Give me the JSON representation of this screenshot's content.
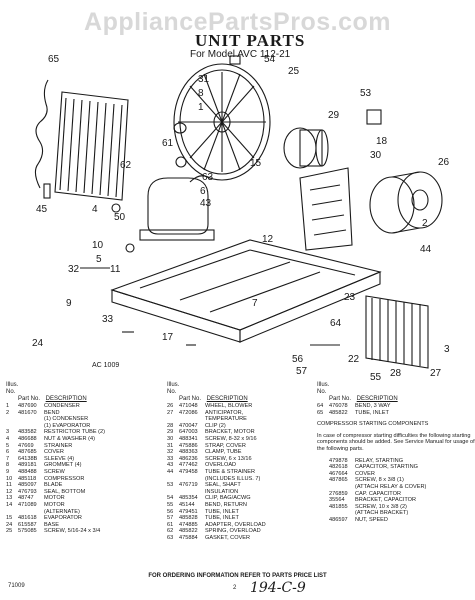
{
  "header": {
    "watermark": "AppliancePartsPros.com",
    "title": "UNIT PARTS",
    "model": "For Model AVC 112-21"
  },
  "diagram": {
    "drawing_id": "AC 1009",
    "callouts": [
      "65",
      "31",
      "54",
      "25",
      "8",
      "53",
      "1",
      "29",
      "26",
      "61",
      "18",
      "30",
      "62",
      "63",
      "15",
      "6",
      "43",
      "45",
      "4",
      "2",
      "50",
      "44",
      "10",
      "5",
      "12",
      "32",
      "11",
      "33",
      "17",
      "23",
      "64",
      "55",
      "56",
      "57",
      "22",
      "28",
      "3",
      "27",
      "7",
      "9",
      "24"
    ]
  },
  "parts_list": {
    "columns": [
      {
        "header": [
          "Illus. No.",
          "Part No.",
          "DESCRIPTION"
        ],
        "rows": [
          [
            "1",
            "487690",
            "CONDENSER"
          ],
          [
            "2",
            "481670",
            "BEND"
          ],
          [
            "",
            "",
            "(1) CONDENSER"
          ],
          [
            "",
            "",
            "(1) EVAPORATOR"
          ],
          [
            "3",
            "483582",
            "RESTRICTOR TUBE (2)"
          ],
          [
            "4",
            "486688",
            "NUT & WASHER (4)"
          ],
          [
            "5",
            "47669",
            "STRAINER"
          ],
          [
            "6",
            "487685",
            "COVER"
          ],
          [
            "7",
            "64138B",
            "SLEEVE (4)"
          ],
          [
            "8",
            "489181",
            "GROMMET (4)"
          ],
          [
            "9",
            "488488",
            "SCREW"
          ],
          [
            "10",
            "485118",
            "COMPRESSOR"
          ],
          [
            "11",
            "485097",
            "BLADE"
          ],
          [
            "12",
            "476793",
            "SEAL, BOTTOM"
          ],
          [
            "13",
            "48747",
            "MOTOR"
          ],
          [
            "14",
            "471089",
            "MOTOR"
          ],
          [
            "",
            "",
            "(ALTERNATE)"
          ],
          [
            "15",
            "481618",
            "EVAPORATOR"
          ],
          [
            "24",
            "615587",
            "BASE"
          ],
          [
            "25",
            "575085",
            "SCREW, 5/16-24 x 3/4"
          ]
        ]
      },
      {
        "header": [
          "Illus. No.",
          "Part No.",
          "DESCRIPTION"
        ],
        "rows": [
          [
            "26",
            "471048",
            "WHEEL, BLOWER"
          ],
          [
            "27",
            "472086",
            "ANTICIPATOR,"
          ],
          [
            "",
            "",
            "TEMPERATURE"
          ],
          [
            "28",
            "470047",
            "CLIP (2)"
          ],
          [
            "29",
            "647003",
            "BRACKET, MOTOR"
          ],
          [
            "30",
            "488341",
            "SCREW, 8-32 x 9/16"
          ],
          [
            "31",
            "475886",
            "STRAP, COVER"
          ],
          [
            "32",
            "488363",
            "CLAMP, TUBE"
          ],
          [
            "33",
            "486236",
            "SCREW, 6 x 13/16"
          ],
          [
            "43",
            "477462",
            "OVERLOAD"
          ],
          [
            "44",
            "479458",
            "TUBE & STRAINER"
          ],
          [
            "",
            "",
            "(INCLUDES ILLUS. 7)"
          ],
          [
            "53",
            "476719",
            "SEAL, SHAFT"
          ],
          [
            "",
            "",
            "INSULATION"
          ],
          [
            "54",
            "485354",
            "CLIP, BAG/ACWG"
          ],
          [
            "55",
            "45144",
            "BEND, RETURN"
          ],
          [
            "56",
            "479451",
            "TUBE, INLET"
          ],
          [
            "57",
            "485828",
            "TUBE, INLET"
          ],
          [
            "61",
            "474885",
            "ADAPTER, OVERLOAD"
          ],
          [
            "62",
            "485822",
            "SPRING, OVERLOAD"
          ],
          [
            "63",
            "475884",
            "GASKET, COVER"
          ]
        ]
      },
      {
        "header": [
          "Illus. No.",
          "Part No.",
          "DESCRIPTION"
        ],
        "rows": [
          [
            "64",
            "476078",
            "BEND, 3 WAY"
          ],
          [
            "65",
            "485822",
            "TUBE, INLET"
          ]
        ],
        "section_title": "COMPRESSOR STARTING COMPONENTS",
        "note": "In case of compressor starting difficulties the following starting components should be added. See Service Manual for usage of the following parts.",
        "extra_rows": [
          [
            "",
            "479878",
            "RELAY, STARTING"
          ],
          [
            "",
            "482618",
            "CAPACITOR, STARTING"
          ],
          [
            "",
            "467664",
            "COVER"
          ],
          [
            "",
            "487865",
            "SCREW, 8 x 3/8 (1)"
          ],
          [
            "",
            "",
            "(ATTACH RELAY & COVER)"
          ],
          [
            "",
            "276859",
            "CAP. CAPACITOR"
          ],
          [
            "",
            "35564",
            "BRACKET, CAPACITOR"
          ],
          [
            "",
            "481855",
            "SCREW, 10 x 3/8 (2)"
          ],
          [
            "",
            "",
            "(ATTACH BRACKET)"
          ],
          [
            "",
            "486597",
            "NUT, SPEED"
          ]
        ]
      }
    ]
  },
  "footer": {
    "ordering_note": "FOR ORDERING INFORMATION REFER TO PARTS PRICE LIST",
    "doc_number": "71009",
    "page_number": "2",
    "handwritten": "194-C-9"
  }
}
